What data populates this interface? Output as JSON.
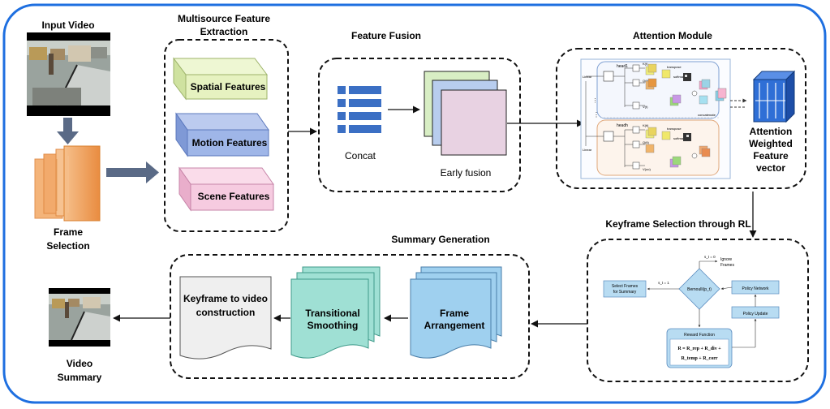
{
  "input_video": {
    "label": "Input Video"
  },
  "frame_selection": {
    "label_line1": "Frame",
    "label_line2": "Selection"
  },
  "multisource": {
    "title_line1": "Multisource Feature",
    "title_line2": "Extraction",
    "spatial": "Spatial Features",
    "motion": "Motion Features",
    "scene": "Scene Features"
  },
  "fusion": {
    "title": "Feature Fusion",
    "concat": "Concat",
    "early": "Early fusion"
  },
  "attention": {
    "title": "Attention Module",
    "output_line1": "Attention",
    "output_line2": "Weighted",
    "output_line3": "Feature",
    "output_line4": "vector",
    "head1": "head1",
    "headh": "headh",
    "k_t": "K(t)",
    "q_t": "Q(t)",
    "v_t": "V(t)",
    "k_ti": "K(ti)",
    "q_ti": "Q(ti)",
    "voo": "V(oo)",
    "transpose": "transpose",
    "softmax": "softmax",
    "concatenate": "concatenate",
    "linear": "Linear"
  },
  "rl": {
    "title": "Keyframe Selection through RL",
    "select_frames_line1": "Select Frames",
    "select_frames_line2": "for Summary",
    "bernoulli": "Bernoulli(p_t)",
    "s1": "s_t = 1",
    "s0": "s_t = 0",
    "ignore_line1": "Ignore",
    "ignore_line2": "Frames",
    "policy_network": "Policy Network",
    "policy_update": "Policy Update",
    "reward_title": "Reward Function",
    "reward_formula_line1": "R = R_rep + R_div +",
    "reward_formula_line2": "R_temp + R_corr"
  },
  "summary": {
    "title": "Summary Generation",
    "frame_arr_line1": "Frame",
    "frame_arr_line2": "Arrangement",
    "trans_line1": "Transitional",
    "trans_line2": "Smoothing",
    "kf_line1": "Keyframe to video",
    "kf_line2": "construction"
  },
  "video_summary": {
    "label_line1": "Video",
    "label_line2": "Summary"
  },
  "colors": {
    "outer_border": "#1e6fe0",
    "spatial": "#e6f2c0",
    "motion": "#9fb6e8",
    "scene": "#f6cbe0",
    "concat": "#3b6fc4",
    "fusion_green": "#d8eec4",
    "fusion_blue": "#b8cdee",
    "fusion_pink": "#e8d2e2",
    "frame_sel": "#f0a060",
    "doc_blue": "#9fd0ef",
    "doc_teal": "#9fe0d4",
    "doc_gray": "#efefef",
    "rl_box": "#b8dcf2",
    "attn_cube": "#2f6fd6"
  }
}
